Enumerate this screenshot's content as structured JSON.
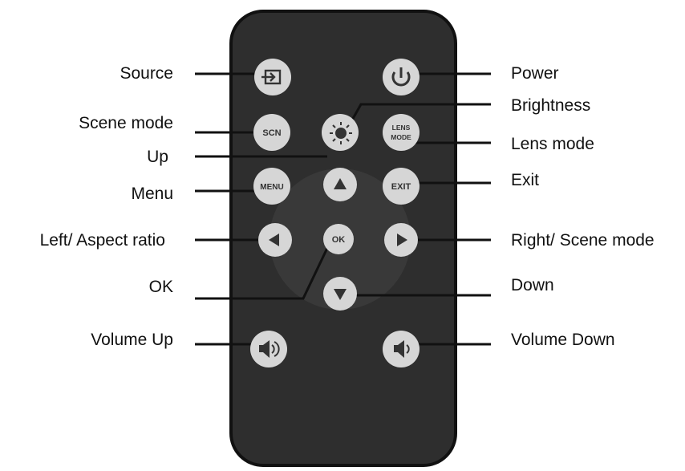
{
  "labels": {
    "source": "Source",
    "scene_mode": "Scene  mode",
    "up": "Up",
    "menu": "Menu",
    "left_aspect_ratio": "Left/ Aspect ratio",
    "ok": "OK",
    "volume_up": "Volume  Up",
    "power": "Power",
    "brightness": "Brightness",
    "lens_mode": "Lens mode",
    "exit": "Exit",
    "right_scene_mode": "Right/ Scene mode",
    "down": "Down",
    "volume_down": "Volume Down"
  },
  "buttons": {
    "scn": "SCN",
    "lens_line1": "LENS",
    "lens_line2": "MODE",
    "menu": "MENU",
    "exit": "EXIT",
    "ok": "OK"
  },
  "colors": {
    "remote_body": "#2e2e2e",
    "button_face": "#d6d6d6",
    "line": "#111111"
  }
}
